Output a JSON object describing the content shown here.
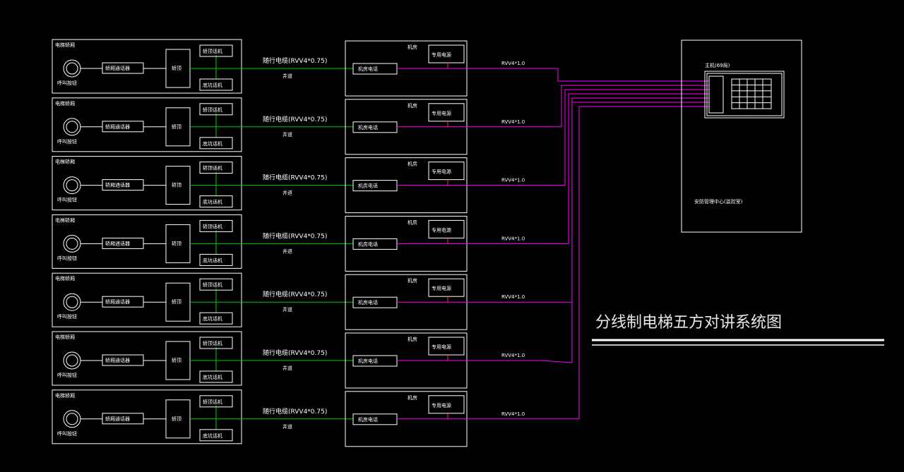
{
  "title": "分线制电梯五方对讲系统图",
  "colors": {
    "background": "#000000",
    "box": "#ffffff",
    "cable_green": "#00cc00",
    "cable_magenta": "#ff00ff",
    "power_red": "#ff3030"
  },
  "row_labels": {
    "car_top": "电梯轿厢",
    "car_intercom": "轿厢通话器",
    "call_button": "呼叫按钮",
    "car_roof": "轿顶",
    "roof_phone": "轿顶话机",
    "pit_phone": "底坑话机",
    "travel_cable": "随行电缆(RVV4*0.75)",
    "shaft": "井道",
    "machine_room": "机房",
    "dedicated_power": "专用电源",
    "machine_phone": "机房电话",
    "cable_rvv": "RVV4*1.0"
  },
  "elevator_count": 7,
  "host": {
    "label": "主机(69局)",
    "center_label": "安防管理中心(监控室)"
  }
}
